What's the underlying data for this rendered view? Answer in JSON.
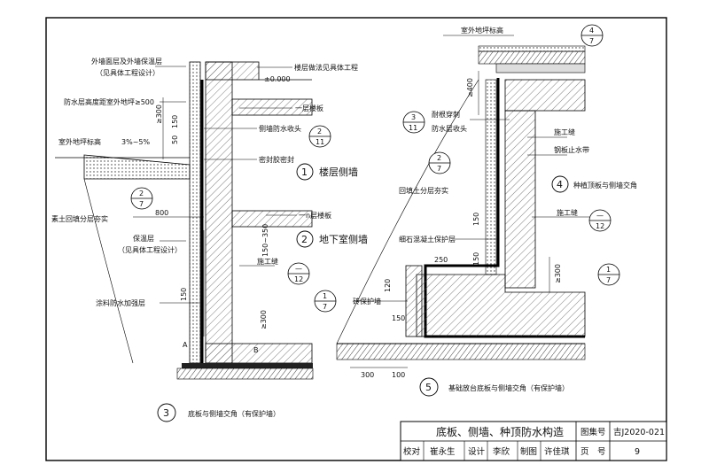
{
  "drawing_sheet": {
    "title_block": {
      "title": "底板、侧墙、种顶防水构造",
      "atlas_label": "图集号",
      "atlas_number": "吉J2020-021",
      "review_label": "校对",
      "review_name": "崔永生",
      "design_label": "设计",
      "design_name": "李欣",
      "draw_label": "制图",
      "draw_name": "许佳琪",
      "page_label": "页　号",
      "page_number": "9"
    },
    "details": [
      {
        "number": "1",
        "caption": "楼层侧墙"
      },
      {
        "number": "2",
        "caption": "地下室侧墙"
      },
      {
        "number": "3",
        "caption": "底板与侧墙交角（有保护墙）"
      },
      {
        "number": "4",
        "caption": "种植顶板与侧墙交角"
      },
      {
        "number": "5",
        "caption": "基础放台底板与侧墙交角（有保护墙）"
      }
    ],
    "detail_refs": [
      {
        "top": "2",
        "bottom": "11"
      },
      {
        "top": "2",
        "bottom": "7"
      },
      {
        "top": "—",
        "bottom": "12"
      },
      {
        "top": "1",
        "bottom": "7"
      },
      {
        "top": "4",
        "bottom": "7"
      },
      {
        "top": "3",
        "bottom": "11"
      },
      {
        "top": "2",
        "bottom": "7"
      },
      {
        "top": "—",
        "bottom": "12"
      },
      {
        "top": "1",
        "bottom": "7"
      }
    ],
    "left_labels": {
      "facade_layer": "外墙面层及外墙保温层",
      "facade_layer_note": "（见具体工程设计）",
      "waterproof_height": "防水层高度距室外地坪≥500",
      "outdoor_grade": "室外地坪标高",
      "slope": "3%~5%",
      "backfill": "素土回填分层夯实",
      "protective_layer": "保温层",
      "protective_note": "（见具体工程设计）",
      "coating": "涂料防水加强层"
    },
    "right_labels": {
      "floor_layer": "楼层做法见具体工程",
      "elevation": "±0.000",
      "first_floor": "一层楼板",
      "side_wall_end": "侧墙防水收头",
      "sealant": "密封胶密封",
      "n_floor": "一n层楼板",
      "construction_joint": "施工缝"
    },
    "detail4_labels": {
      "outdoor_grade": "室外地坪标高",
      "root_resistant": "耐根穿刺",
      "end_cap": "防水层收头",
      "construction_joint": "施工缝",
      "steel_stop": "钢板止水带",
      "backfill": "回填土分层夯实"
    },
    "detail5_labels": {
      "fine_aggregate": "细石混凝土保护层",
      "construction_joint": "施工缝",
      "brick_wall": "砖保护墙"
    },
    "dimensions": {
      "d300": "≥300",
      "d50": "50",
      "d150": "150",
      "d800": "800",
      "d150_350": "150~350",
      "d400": "≥400",
      "d250": "250",
      "d120": "120",
      "d300b": "300",
      "d100": "100",
      "dA": "A",
      "dB": "B"
    }
  }
}
